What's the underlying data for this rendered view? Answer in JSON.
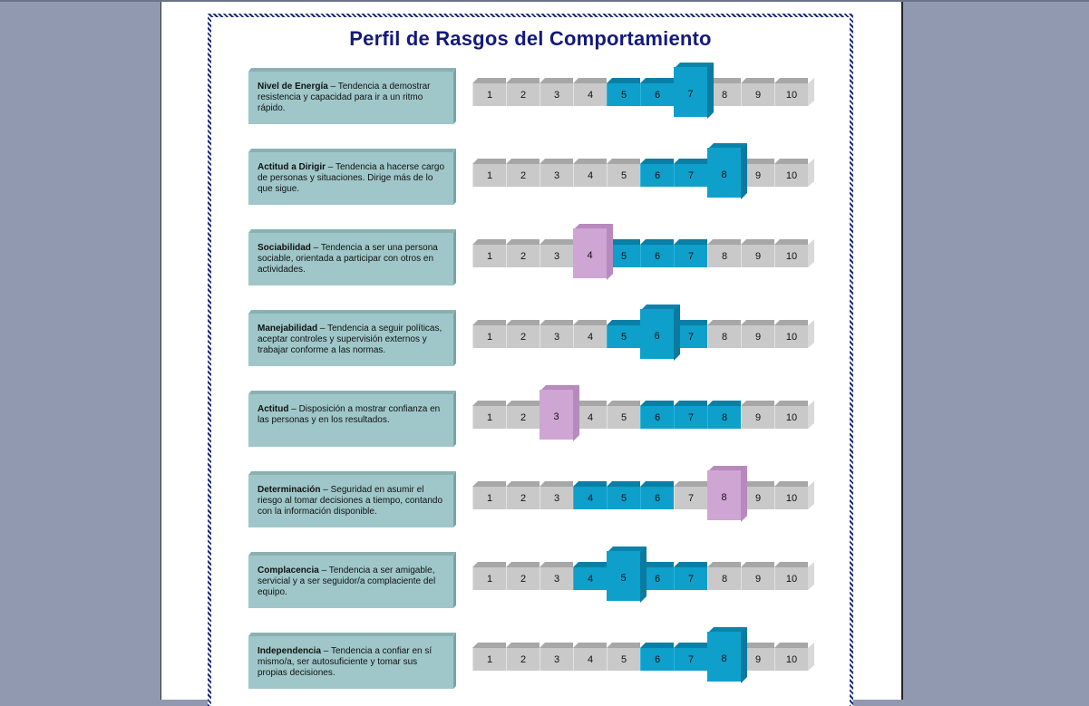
{
  "title": "Perfil de Rasgos del Comportamiento",
  "scale_numbers": [
    "1",
    "2",
    "3",
    "4",
    "5",
    "6",
    "7",
    "8",
    "9",
    "10"
  ],
  "colors": {
    "band": "#0f9fcb",
    "pink_marker": "#cfa5d4",
    "cell": "#c9c9c9",
    "label_box": "#9fc7c9",
    "title": "#141a7c"
  },
  "traits": [
    {
      "name": "Nivel de Energía",
      "description": " – Tendencia a demostrar resistencia y capacidad para ir a un ritmo rápido.",
      "band": [
        5,
        6
      ],
      "marker": 7,
      "marker_color": "blue"
    },
    {
      "name": "Actitud a Dirigir",
      "description": " – Tendencia a hacerse cargo de personas y situaciones. Dirige más de lo que sigue.",
      "band": [
        6,
        7
      ],
      "marker": 8,
      "marker_color": "blue"
    },
    {
      "name": "Sociabilidad",
      "description": " – Tendencia a ser una persona sociable, orientada a participar con otros en actividades.",
      "band": [
        5,
        6,
        7
      ],
      "marker": 4,
      "marker_color": "pink"
    },
    {
      "name": "Manejabilidad",
      "description": " – Tendencia a seguir políticas, aceptar controles y supervisión externos y trabajar conforme a las normas.",
      "band": [
        5,
        7
      ],
      "marker": 6,
      "marker_color": "blue"
    },
    {
      "name": "Actitud",
      "description": " – Disposición a mostrar confianza en las personas y en los resultados.",
      "band": [
        6,
        7,
        8
      ],
      "marker": 3,
      "marker_color": "pink"
    },
    {
      "name": "Determinación",
      "description": " – Seguridad en asumir el riesgo al tomar decisiones a tiempo, contando con la información disponible.",
      "band": [
        4,
        5,
        6
      ],
      "marker": 8,
      "marker_color": "pink"
    },
    {
      "name": "Complacencia",
      "description": " – Tendencia a ser amigable, servicial y a ser seguidor/a complaciente del equipo.",
      "band": [
        4,
        6,
        7
      ],
      "marker": 5,
      "marker_color": "blue"
    },
    {
      "name": "Independencia",
      "description": " – Tendencia a confiar en sí mismo/a, ser autosuficiente y tomar sus propias decisiones.",
      "band": [
        6,
        7
      ],
      "marker": 8,
      "marker_color": "blue"
    }
  ]
}
